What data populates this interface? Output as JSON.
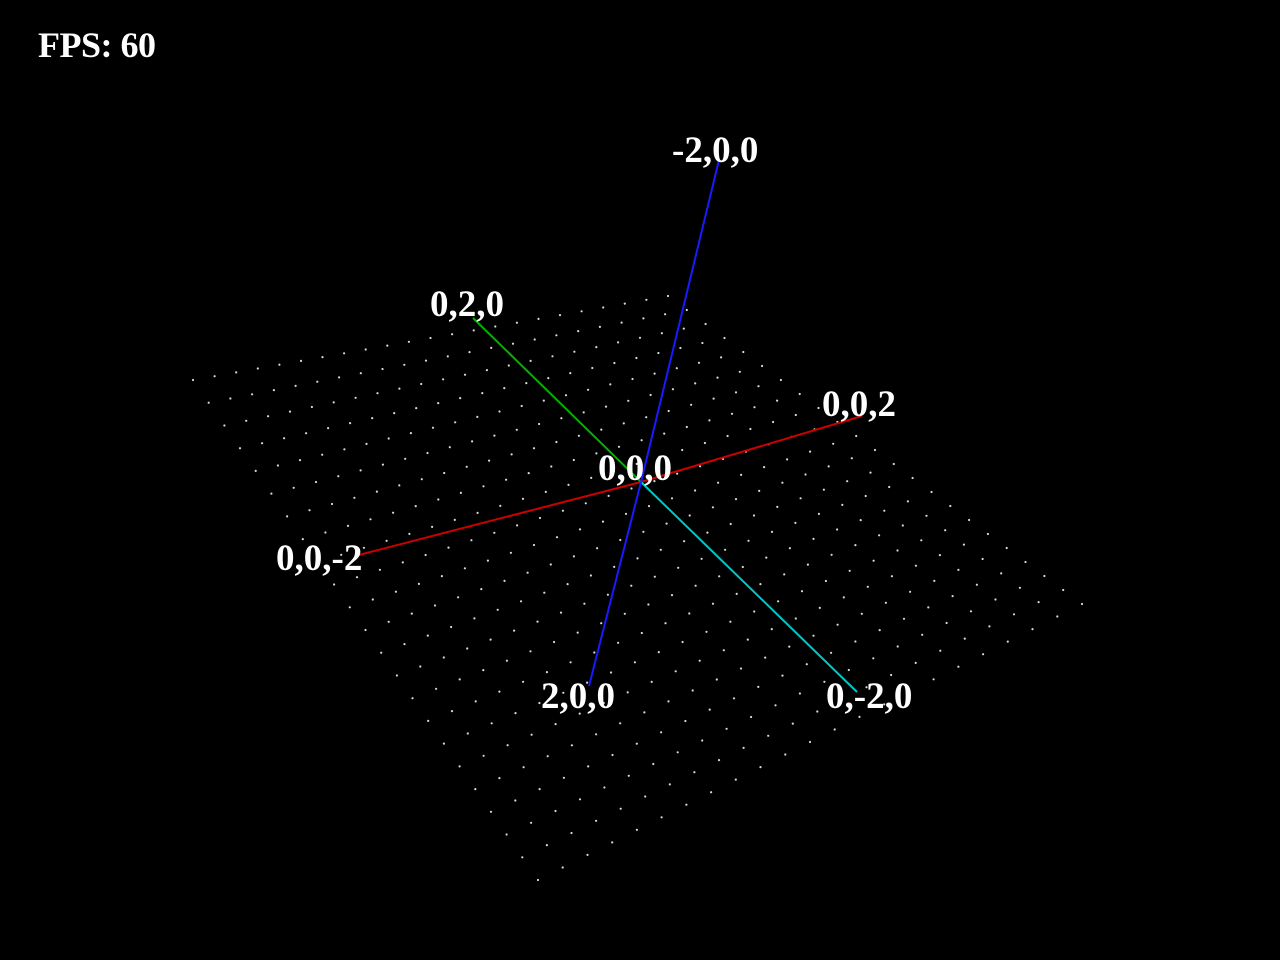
{
  "hud": {
    "fps_text": "FPS: 60"
  },
  "scene": {
    "background": "#000000",
    "grid": {
      "color": "#ffffff",
      "visible": true
    },
    "axes": [
      {
        "id": "x-positive",
        "color": "#1a1aff"
      },
      {
        "id": "x-negative",
        "color": "#1a1aff"
      },
      {
        "id": "y-positive",
        "color": "#00b300"
      },
      {
        "id": "y-negative",
        "color": "#00c8c8"
      },
      {
        "id": "z-positive",
        "color": "#cc0000"
      },
      {
        "id": "z-negative",
        "color": "#cc0000"
      }
    ],
    "labels": {
      "origin": "0,0,0",
      "x_positive": "2,0,0",
      "x_negative": "-2,0,0",
      "y_positive": "0,2,0",
      "y_negative": "0,-2,0",
      "z_positive": "0,0,2",
      "z_negative": "0,0,-2"
    }
  }
}
